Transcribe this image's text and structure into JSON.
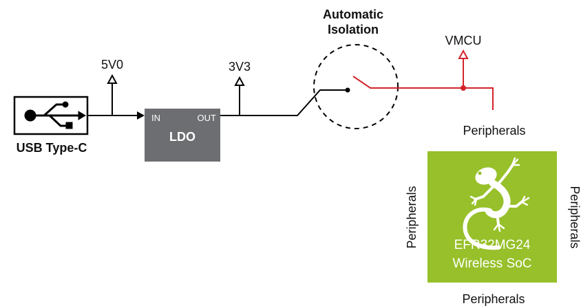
{
  "colors": {
    "wire": "#000000",
    "vmcu_wire": "#d2232a",
    "ldo_fill": "#6d6e71",
    "soc_fill": "#97c02a",
    "text": "#111111"
  },
  "usb": {
    "icon": "usb-icon",
    "label": "USB Type-C"
  },
  "rails": {
    "v5": "5V0",
    "v3": "3V3",
    "vmcu": "VMCU"
  },
  "ldo": {
    "in_label": "IN",
    "out_label": "OUT",
    "title": "LDO"
  },
  "isolation": {
    "line1": "Automatic",
    "line2": "Isolation"
  },
  "peripherals": {
    "top": "Peripherals",
    "left": "Peripherals",
    "right": "Peripherals",
    "bottom": "Peripherals"
  },
  "soc": {
    "icon": "gecko-icon",
    "line1": "EFR32MG24",
    "line2": "Wireless SoC"
  }
}
